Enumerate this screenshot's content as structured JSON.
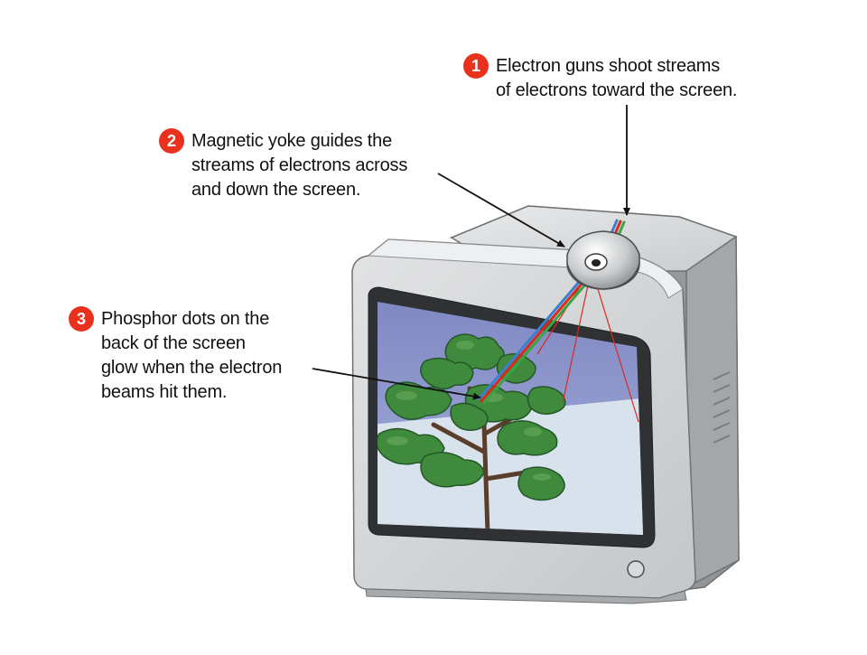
{
  "callouts": [
    {
      "number": "1",
      "lines": [
        "Electron guns shoot streams",
        "of electrons toward the screen."
      ]
    },
    {
      "number": "2",
      "lines": [
        "Magnetic yoke guides the",
        "streams of electrons across",
        "and down the screen."
      ]
    },
    {
      "number": "3",
      "lines": [
        "Phosphor dots on the",
        "back of the screen",
        "glow when the electron",
        "beams hit them."
      ]
    }
  ],
  "colors": {
    "badge": "#e8321e",
    "monitor_case": "#cfd1d3",
    "screen_sky": "#8b95c9",
    "screen_ground": "#d9e4ee",
    "foliage": "#3f8a3c",
    "beam_red": "#d92a1f",
    "beam_green": "#3aa443",
    "beam_blue": "#3a7fd0"
  }
}
